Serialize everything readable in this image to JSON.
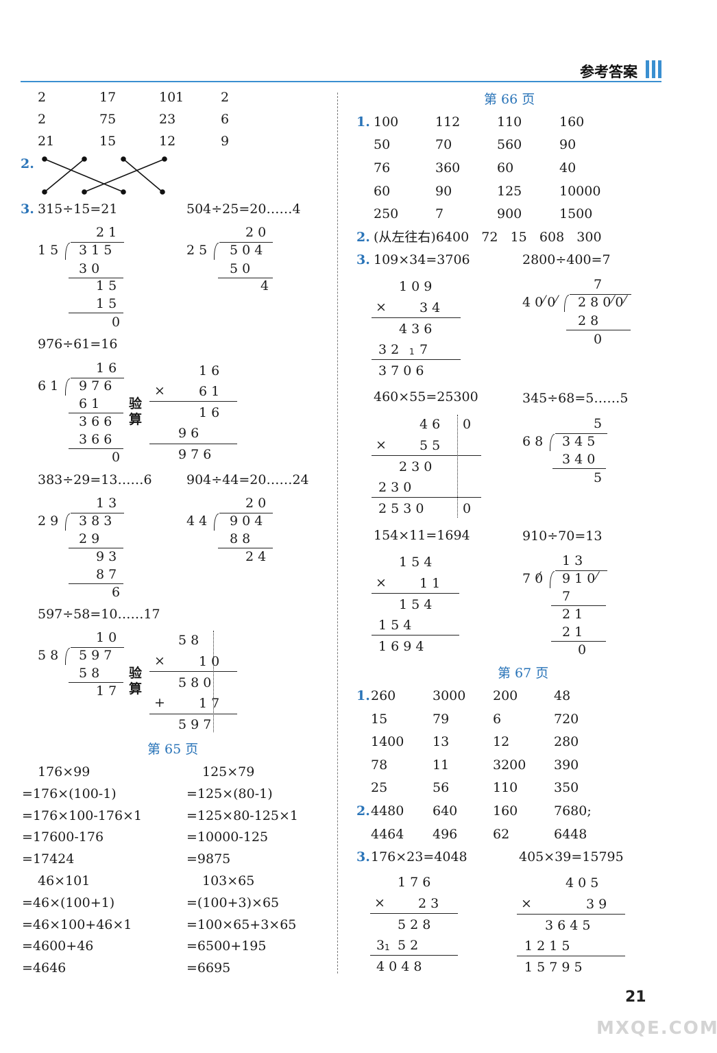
{
  "header": {
    "title": "参考答案"
  },
  "page_number": "21",
  "watermark": "MXQE.COM",
  "left": {
    "grid_rows": [
      [
        "2",
        "17",
        "101",
        "2"
      ],
      [
        "2",
        "75",
        "23",
        "6"
      ],
      [
        "21",
        "15",
        "12",
        "9"
      ]
    ],
    "q2_num": "2.",
    "q3_num": "3.",
    "q3_a": "315÷15=21",
    "q3_b": "504÷25=20……4",
    "q3_c": "976÷61=16",
    "q3_d": "383÷29=13……6",
    "q3_e": "904÷44=20……24",
    "q3_f": "597÷58=10……17",
    "check_label_1": "验",
    "check_label_2": "算",
    "p65_heading": "第 65 页",
    "p65_rows": [
      [
        "176×99",
        "125×79"
      ],
      [
        "=176×(100-1)",
        "=125×(80-1)"
      ],
      [
        "=176×100-176×1",
        "=125×80-125×1"
      ],
      [
        "=17600-176",
        "=10000-125"
      ],
      [
        "=17424",
        "=9875"
      ],
      [
        "46×101",
        "103×65"
      ],
      [
        "=46×(100+1)",
        "=(100+3)×65"
      ],
      [
        "=46×100+46×1",
        "=100×65+3×65"
      ],
      [
        "=4600+46",
        "=6500+195"
      ],
      [
        "=4646",
        "=6695"
      ]
    ]
  },
  "right": {
    "p66_heading": "第 66 页",
    "p66_q1_num": "1.",
    "p66_q1_rows": [
      [
        "100",
        "112",
        "110",
        "160"
      ],
      [
        "50",
        "70",
        "560",
        "90"
      ],
      [
        "76",
        "360",
        "60",
        "40"
      ],
      [
        "60",
        "90",
        "125",
        "10000"
      ],
      [
        "250",
        "7",
        "900",
        "1500"
      ]
    ],
    "p66_q2_num": "2.",
    "p66_q2_text": "(从左往右)6400   72   15   608   300",
    "p66_q3_num": "3.",
    "p66_q3_a": "109×34=3706",
    "p66_q3_b": "2800÷400=7",
    "p66_q3_c": "460×55=25300",
    "p66_q3_d": "345÷68=5……5",
    "p66_q3_e": "154×11=1694",
    "p66_q3_f": "910÷70=13",
    "p67_heading": "第 67 页",
    "p67_q1_num": "1.",
    "p67_q1_rows": [
      [
        "260",
        "3000",
        "200",
        "48"
      ],
      [
        "15",
        "79",
        "6",
        "720"
      ],
      [
        "1400",
        "13",
        "12",
        "280"
      ],
      [
        "78",
        "11",
        "3200",
        "390"
      ],
      [
        "25",
        "56",
        "110",
        "350"
      ]
    ],
    "p67_q2_num": "2.",
    "p67_q2_rows": [
      [
        "4480",
        "640",
        "160",
        "7680;"
      ],
      [
        "4464",
        "496",
        "62",
        "6448"
      ]
    ],
    "p67_q3_num": "3.",
    "p67_q3_a": "176×23=4048",
    "p67_q3_b": "405×39=15795"
  },
  "vertical_calcs": {
    "d315": [
      "2 1",
      "1 5",
      "3 1 5",
      "3 0",
      "1 5",
      "1 5",
      "0"
    ],
    "d504": [
      "2 0",
      "2 5",
      "5 0 4",
      "5 0",
      "4"
    ],
    "d976": [
      "1 6",
      "6 1",
      "9 7 6",
      "6 1",
      "3 6 6",
      "3 6 6",
      "0"
    ],
    "m16x61": [
      "1 6",
      "×",
      "6 1",
      "1 6",
      "9 6",
      "9 7 6"
    ],
    "d383": [
      "1 3",
      "2 9",
      "3 8 3",
      "2 9",
      "9 3",
      "8 7",
      "6"
    ],
    "d904": [
      "2 0",
      "4 4",
      "9 0 4",
      "8 8",
      "2 4"
    ],
    "d597": [
      "1 0",
      "5 8",
      "5 9 7",
      "5 8",
      "1 7"
    ],
    "m58x10": [
      "5 8",
      "×",
      "1 0",
      "5 8 0",
      "+",
      "1 7",
      "5 9 7"
    ],
    "m109x34": [
      "1 0 9",
      "×",
      "3 4",
      "4 3 6",
      "3 2",
      "1",
      "7",
      "3 7 0 6"
    ],
    "d2800": [
      "7",
      "4 0 0",
      "2 8 0 0",
      "2 8",
      "0"
    ],
    "m460x55": [
      "4 6",
      "0",
      "×",
      "5 5",
      "2 3 0",
      "2 3 0",
      "2 5 3 0",
      "0"
    ],
    "d345": [
      "5",
      "6 8",
      "3 4 5",
      "3 4 0",
      "5"
    ],
    "m154x11": [
      "1 5 4",
      "×",
      "1 1",
      "1 5 4",
      "1 5 4",
      "1 6 9 4"
    ],
    "d910": [
      "1 3",
      "7 0",
      "9 1 0",
      "7",
      "2 1",
      "2 1",
      "0"
    ],
    "m176x23": [
      "1 7 6",
      "×",
      "2 3",
      "5 2 8",
      "3",
      "1",
      "5 2",
      "4 0 4 8"
    ],
    "m405x39": [
      "4 0 5",
      "×",
      "3 9",
      "3 6 4 5",
      "1 2 1 5",
      "1 5 7 9 5"
    ]
  }
}
